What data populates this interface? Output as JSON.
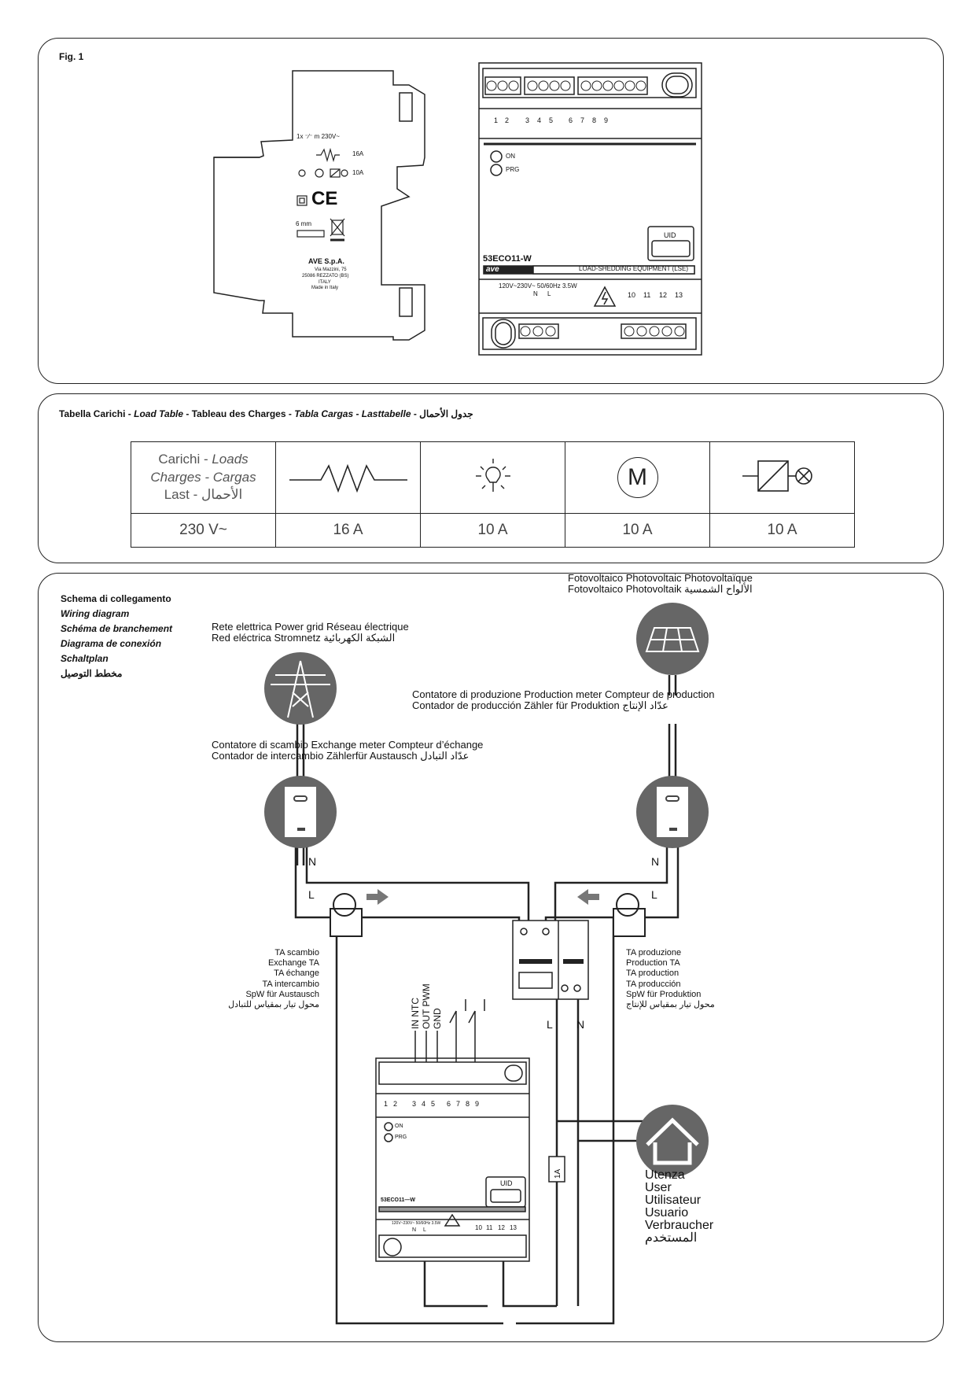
{
  "fig1": {
    "title": "Fig. 1",
    "side": {
      "switch_rating": "1x  ⁻⁄⁻  m  230V~",
      "res_rating": "16A",
      "mixed_rating": "10A",
      "strip_len": "6 mm",
      "maker": "AVE S.p.A.",
      "addr1": "Via Mazzini, 75",
      "addr2": "25086 REZZATO (BS)",
      "addr3": "ITALY",
      "addr4": "Made in Italy",
      "ce": "CE"
    },
    "front": {
      "terminals_top": [
        "1",
        "2",
        "3",
        "4",
        "5",
        "6",
        "7",
        "8",
        "9"
      ],
      "led_on": "ON",
      "led_prg": "PRG",
      "uid": "UID",
      "model": "53ECO11-W",
      "brand": "ave",
      "band": "LOAD-SHEDDING EQUIPMENT (LSE)",
      "supply": "120V~230V~ 50/60Hz 3.5W",
      "n": "N",
      "l": "L",
      "terminals_bottom": [
        "10",
        "11",
        "12",
        "13"
      ]
    }
  },
  "load_table": {
    "heading_parts": [
      "Tabella Carichi - ",
      "Load Table",
      " - Tableau des Charges - ",
      "Tabla Cargas",
      " - ",
      "Lasttabelle",
      " - جدول الأحمال"
    ],
    "header_lines": [
      "Carichi - ",
      "Loads",
      "Charges - Cargas",
      "Last - الأحمال"
    ],
    "voltage": "230 V~",
    "ratings": [
      "16 A",
      "10 A",
      "10 A",
      "10 A"
    ],
    "motor_symbol": "M"
  },
  "wiring": {
    "title_lines": [
      "Schema di collegamento",
      "Wiring diagram",
      "Schéma de branchement",
      "Diagrama de conexión",
      "Schaltplan",
      "مخطط التوصيل"
    ],
    "grid_lines": [
      "Rete elettrica  Power grid  Réseau électrique",
      "Red eléctrica  Stromnetz  الشبكة الكهربائية"
    ],
    "pv_lines": [
      "Fotovoltaico  Photovoltaic  Photovoltaïque",
      "Fotovoltaico  Photovoltaik  الألواح الشمسية"
    ],
    "prod_meter_lines": [
      "Contatore di produzione   Production meter     Compteur de production",
      "Contador de producción   Zähler für Produktion   عدّاد الإنتاج"
    ],
    "exch_meter_lines": [
      "Contatore di scambio          Exchange meter         Compteur d’échange",
      "Contador de intercambio   Zählerfür Austausch   عدّاد التبادل"
    ],
    "ta_exchange_lines": [
      "TA scambio",
      "Exchange TA",
      "TA échange",
      "TA intercambio",
      "SpW für Austausch",
      "محول تيار بمقياس للتبادل"
    ],
    "ta_production_lines": [
      "TA produzione",
      "Production TA",
      "TA production",
      "TA producción",
      "SpW für Produktion",
      "محول تيار بمقياس للإنتاج"
    ],
    "user_lines": [
      "Utenza",
      "User",
      "Utilisateur",
      "Usuario",
      "Verbraucher",
      "المستخدم"
    ],
    "n": "N",
    "l": "L",
    "fuse": "1A",
    "io_labels": [
      "IN NTC",
      "OUT PWM",
      "GND"
    ],
    "device": {
      "terminals_top": [
        "1",
        "2",
        "3",
        "4",
        "5",
        "6",
        "7",
        "8",
        "9"
      ],
      "led_on": "ON",
      "led_prg": "PRG",
      "uid": "UID",
      "model": "53ECO11—W",
      "supply": "120V~230V~ 50/60Hz 3.5W",
      "n": "N",
      "l": "L",
      "terminals_bottom": [
        "10",
        "11",
        "12",
        "13"
      ]
    }
  }
}
